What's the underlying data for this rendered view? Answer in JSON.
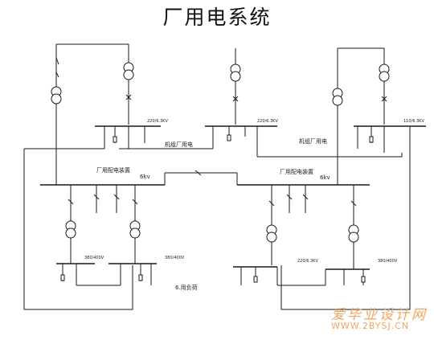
{
  "title": "厂用电系统",
  "labels": {
    "bus_left": "厂用配电装置",
    "bus_right": "厂用配电装置",
    "v_left": "6kv",
    "v_right": "6kv",
    "section_a": "机组厂用电",
    "section_b": "机组厂用电",
    "bottom_note": "6.用负荷",
    "ratio_1": "220/6.3KV",
    "ratio_2": "220/6.3KV",
    "ratio_3": "110/6.3KV",
    "ratio_4": "380/400V",
    "ratio_5": "380/400V",
    "ratio_6": "220/6.3KV",
    "ratio_7": "380/400V"
  },
  "watermark": {
    "chinese": "爱毕业设计网",
    "url": "WWW.2BYSJ.CN",
    "color": "#f0a560"
  }
}
